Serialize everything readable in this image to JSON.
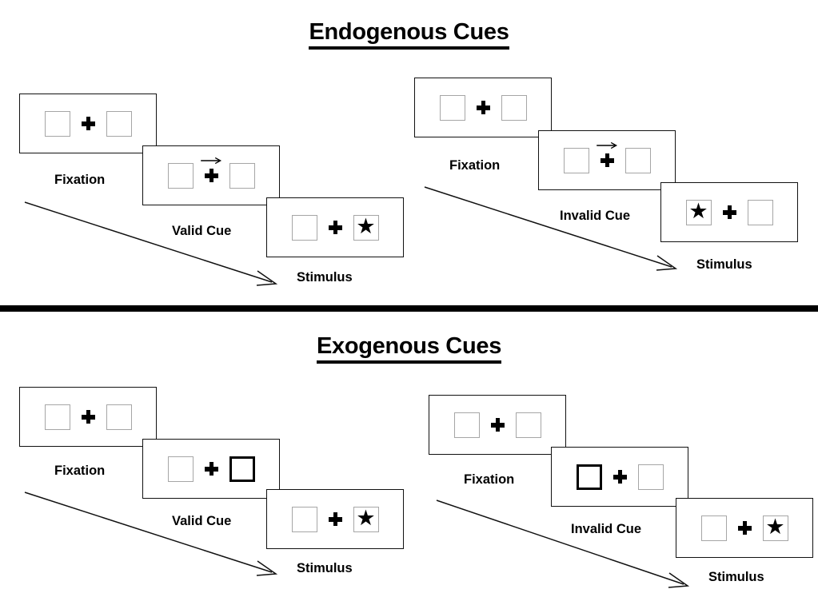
{
  "figure": {
    "title_endogenous": "Endogenous Cues",
    "title_exogenous": "Exogenous Cues",
    "divider_color": "#000000",
    "panel_border_color": "#111111",
    "box_border_color": "#a6a6a6",
    "cued_box_border_color": "#000000",
    "star_glyph": "★",
    "arrow_icon": "right-arrow"
  },
  "sections": [
    {
      "id": "endogenous",
      "title": "Endogenous Cues",
      "sequences": [
        {
          "id": "endogenous-valid",
          "validity": "Valid",
          "steps": [
            {
              "caption": "Fixation",
              "cue_arrow": false,
              "left_box": "empty",
              "right_box": "empty"
            },
            {
              "caption": "Valid Cue",
              "cue_arrow": true,
              "arrow_direction": "right",
              "left_box": "empty",
              "right_box": "empty"
            },
            {
              "caption": "Stimulus",
              "cue_arrow": false,
              "left_box": "empty",
              "right_box": "star"
            }
          ]
        },
        {
          "id": "endogenous-invalid",
          "validity": "Invalid",
          "steps": [
            {
              "caption": "Fixation",
              "cue_arrow": false,
              "left_box": "empty",
              "right_box": "empty"
            },
            {
              "caption": "Invalid Cue",
              "cue_arrow": true,
              "arrow_direction": "right",
              "left_box": "empty",
              "right_box": "empty"
            },
            {
              "caption": "Stimulus",
              "cue_arrow": false,
              "left_box": "star",
              "right_box": "empty"
            }
          ]
        }
      ]
    },
    {
      "id": "exogenous",
      "title": "Exogenous Cues",
      "sequences": [
        {
          "id": "exogenous-valid",
          "validity": "Valid",
          "steps": [
            {
              "caption": "Fixation",
              "cue_arrow": false,
              "left_box": "empty",
              "right_box": "empty"
            },
            {
              "caption": "Valid Cue",
              "cue_arrow": false,
              "left_box": "empty",
              "right_box": "cued"
            },
            {
              "caption": "Stimulus",
              "cue_arrow": false,
              "left_box": "empty",
              "right_box": "star"
            }
          ]
        },
        {
          "id": "exogenous-invalid",
          "validity": "Invalid",
          "steps": [
            {
              "caption": "Fixation",
              "cue_arrow": false,
              "left_box": "empty",
              "right_box": "empty"
            },
            {
              "caption": "Invalid Cue",
              "cue_arrow": false,
              "left_box": "cued",
              "right_box": "empty"
            },
            {
              "caption": "Stimulus",
              "cue_arrow": false,
              "left_box": "empty",
              "right_box": "star"
            }
          ]
        }
      ]
    }
  ],
  "labels": {
    "fixation": "Fixation",
    "valid_cue": "Valid Cue",
    "invalid_cue": "Invalid Cue",
    "stimulus": "Stimulus"
  }
}
